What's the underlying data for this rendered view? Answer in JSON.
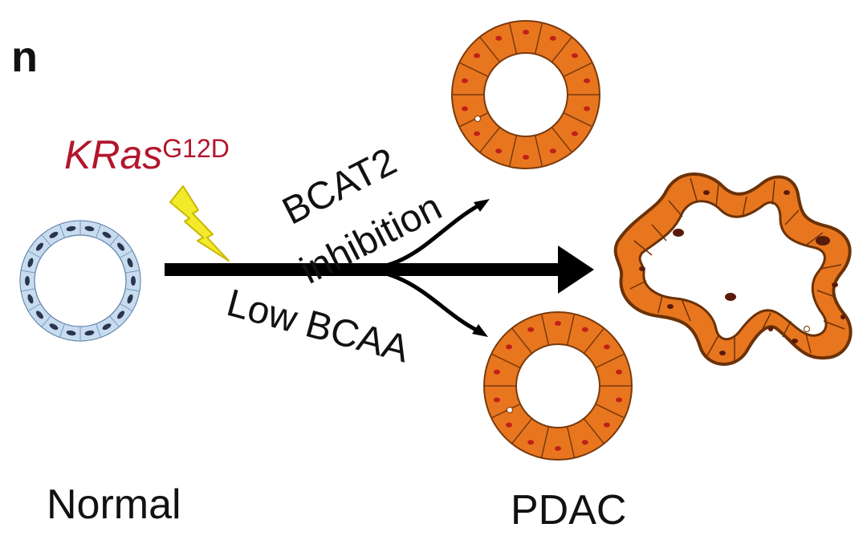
{
  "panel_label": "n",
  "gene": {
    "name": "KRas",
    "mutation": "G12D"
  },
  "branch_upper": {
    "line1": "BCAT2",
    "line2": "inhibition"
  },
  "branch_lower": "Low BCAA",
  "label_left": "Normal",
  "label_right": "PDAC",
  "colors": {
    "gene_text": "#b3162c",
    "normal_cell": "#c7dcef",
    "normal_nucleus": "#2a3550",
    "tumor_cell": "#e8761f",
    "tumor_outline": "#7a3a0c",
    "tumor_nucleus": "#c0201a",
    "bolt": "#f2ea2a",
    "arrow": "#000000"
  },
  "icons": [
    "lightning-bolt-icon",
    "normal-duct-icon",
    "acinus-icon",
    "pdac-tumor-icon"
  ]
}
